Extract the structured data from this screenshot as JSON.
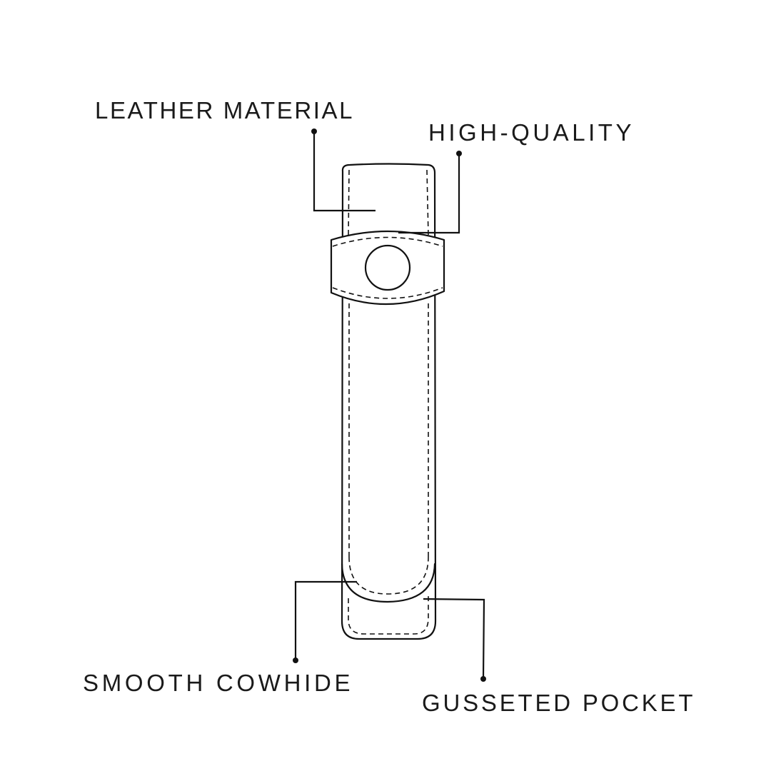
{
  "labels": {
    "leather_material": "LEATHER MATERIAL",
    "high_quality": "HIGH-QUALITY",
    "smooth_cowhide": "SMOOTH COWHIDE",
    "gusseted_pocket": "GUSSETED POCKET"
  },
  "colors": {
    "line": "#111111",
    "background": "#ffffff"
  }
}
